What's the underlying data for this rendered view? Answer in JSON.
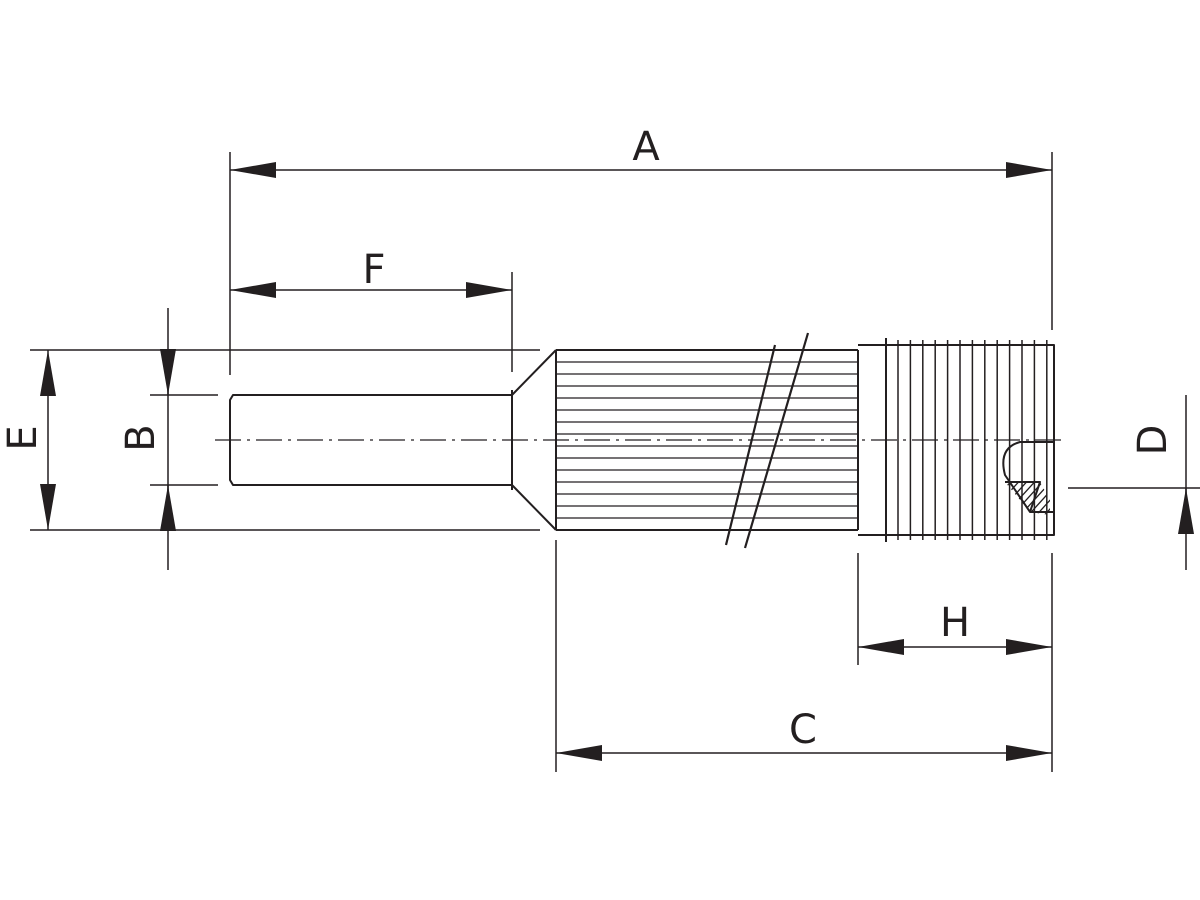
{
  "colors": {
    "line": "#231f20",
    "background": "#ffffff"
  },
  "dimensions": {
    "A": "A",
    "B": "B",
    "C": "C",
    "D": "D",
    "E": "E",
    "F": "F",
    "H": "H"
  }
}
